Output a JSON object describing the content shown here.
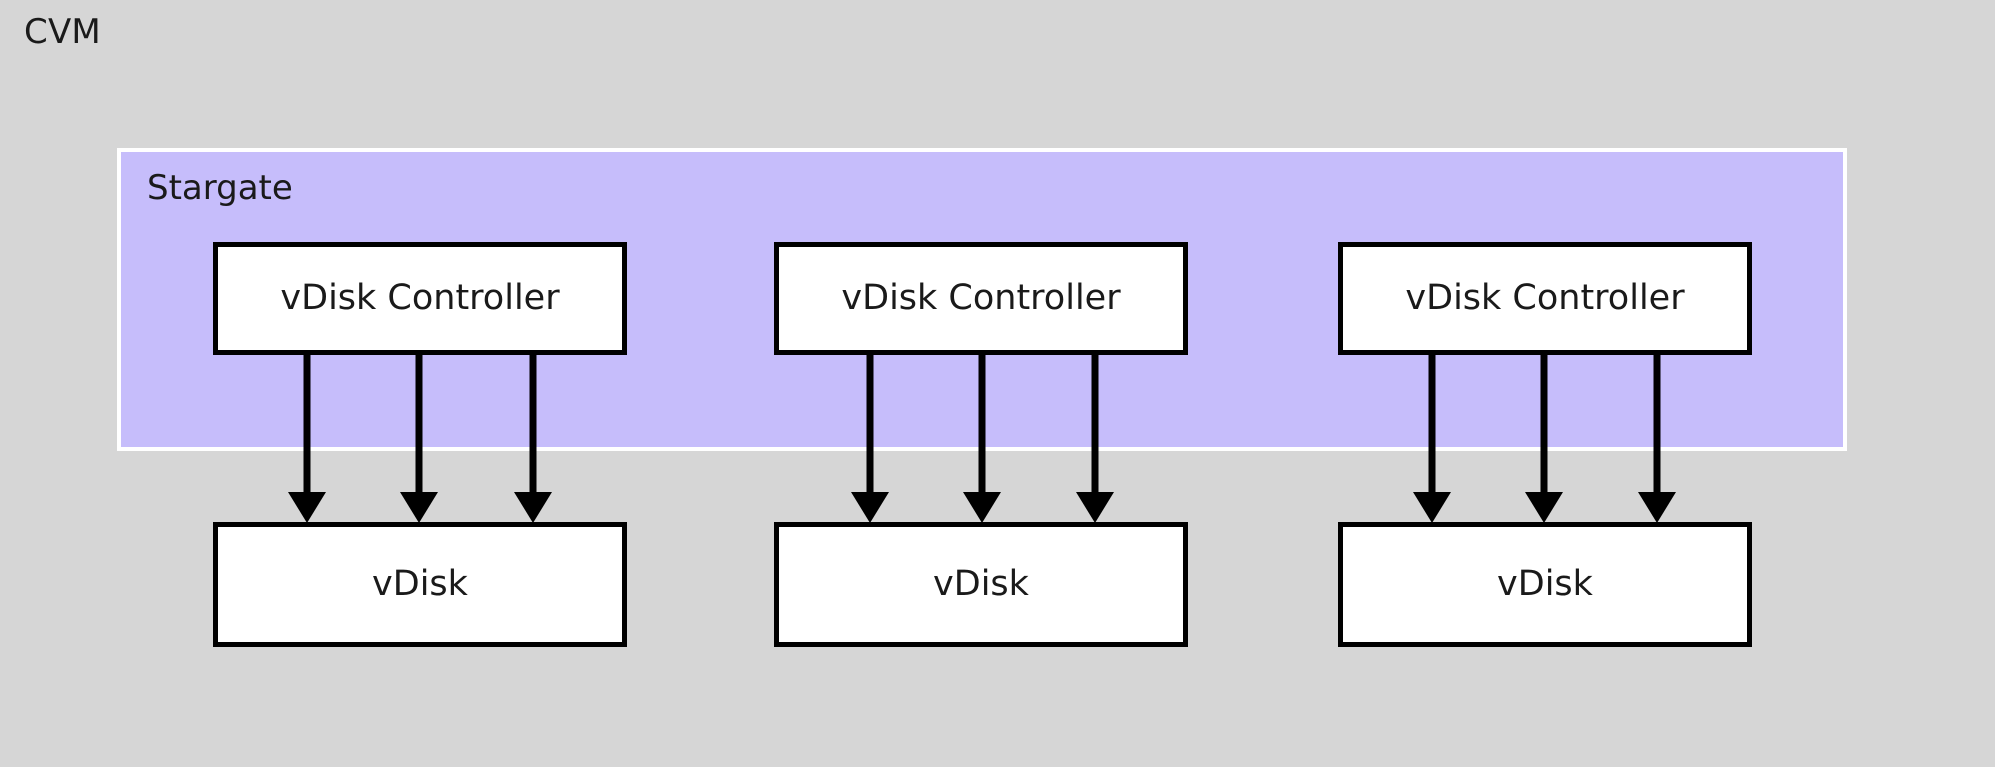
{
  "diagram": {
    "title": "CVM",
    "background_color": "#d6d6d6",
    "container": {
      "label": "Stargate",
      "fill_color": "#c6bdfb",
      "border_color": "#ffffff"
    },
    "controllers": [
      {
        "label": "vDisk Controller"
      },
      {
        "label": "vDisk Controller"
      },
      {
        "label": "vDisk Controller"
      }
    ],
    "disks": [
      {
        "label": "vDisk"
      },
      {
        "label": "vDisk"
      },
      {
        "label": "vDisk"
      }
    ],
    "connections": {
      "per_group_arrow_count": 3,
      "arrow_color": "#000000",
      "direction": "controller-to-vdisk"
    }
  }
}
